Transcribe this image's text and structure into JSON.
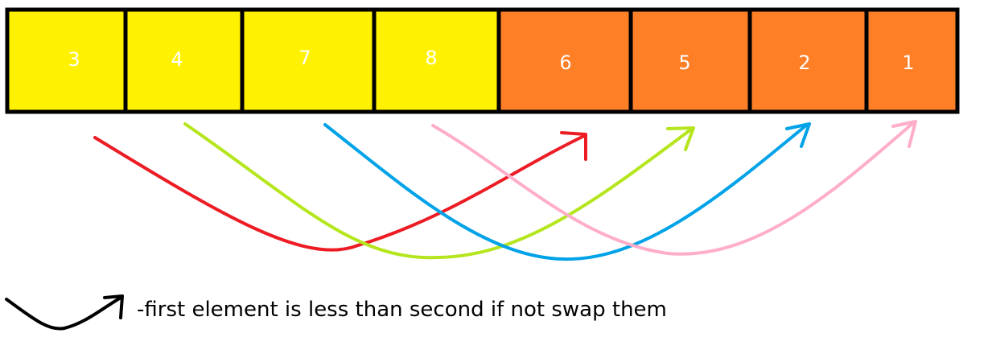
{
  "array": {
    "cells": [
      {
        "value": "3",
        "color": "#fff200"
      },
      {
        "value": "4",
        "color": "#fff200"
      },
      {
        "value": "7",
        "color": "#fff200"
      },
      {
        "value": "8",
        "color": "#fff200"
      },
      {
        "value": "6",
        "color": "#ff7f27"
      },
      {
        "value": "5",
        "color": "#ff7f27"
      },
      {
        "value": "2",
        "color": "#ff7f27"
      },
      {
        "value": "1",
        "color": "#ff7f27"
      }
    ],
    "label_color": "#ffffff",
    "border_color": "#000000"
  },
  "comparisons": [
    {
      "from_index": 0,
      "to_index": 4,
      "color": "#ed1c24"
    },
    {
      "from_index": 1,
      "to_index": 5,
      "color": "#b5e61d"
    },
    {
      "from_index": 2,
      "to_index": 6,
      "color": "#00a2e8"
    },
    {
      "from_index": 3,
      "to_index": 7,
      "color": "#ffaec9"
    }
  ],
  "legend": {
    "arrow_color": "#000000",
    "text": "-first element is less than second if not swap them"
  }
}
